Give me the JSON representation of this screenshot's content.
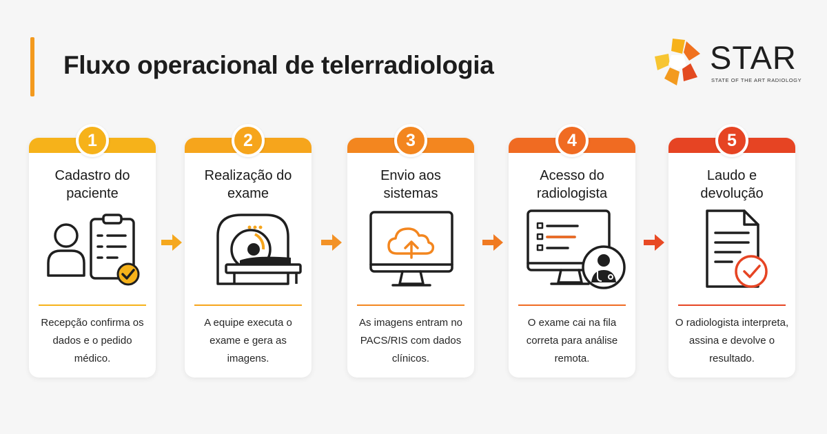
{
  "header": {
    "title": "Fluxo operacional de telerradiologia"
  },
  "brand": {
    "name": "STAR",
    "tagline": "STATE OF THE ART RADIOLOGY",
    "colors": [
      "#f7b21a",
      "#f39a1e",
      "#f0711e",
      "#e34a20"
    ]
  },
  "steps": [
    {
      "number": "1",
      "title": "Cadastro do paciente",
      "description": "Recepção confirma os dados e o pedido médico.",
      "icon": "patient-clipboard-check-icon",
      "color": "#f6b21a"
    },
    {
      "number": "2",
      "title": "Realização do exame",
      "description": "A equipe executa o exame e gera as imagens.",
      "icon": "ct-scanner-icon",
      "color": "#f6a51c"
    },
    {
      "number": "3",
      "title": "Envio aos sistemas",
      "description": "As imagens entram no PACS/RIS com dados clínicos.",
      "icon": "cloud-upload-monitor-icon",
      "color": "#f3861f"
    },
    {
      "number": "4",
      "title": "Acesso do radiologista",
      "description": "O exame cai na fila correta para análise remota.",
      "icon": "monitor-worklist-doctor-icon",
      "color": "#f06b22"
    },
    {
      "number": "5",
      "title": "Laudo e devolução",
      "description": "O radiologista interpreta, assina e devolve o resultado.",
      "icon": "signed-report-icon",
      "color": "#e64423"
    }
  ],
  "arrows": [
    {
      "icon": "arrow-right-icon",
      "color": "#f5a81e"
    },
    {
      "icon": "arrow-right-icon",
      "color": "#f39226"
    },
    {
      "icon": "arrow-right-icon",
      "color": "#f07a22"
    },
    {
      "icon": "arrow-right-icon",
      "color": "#e84a25"
    }
  ]
}
